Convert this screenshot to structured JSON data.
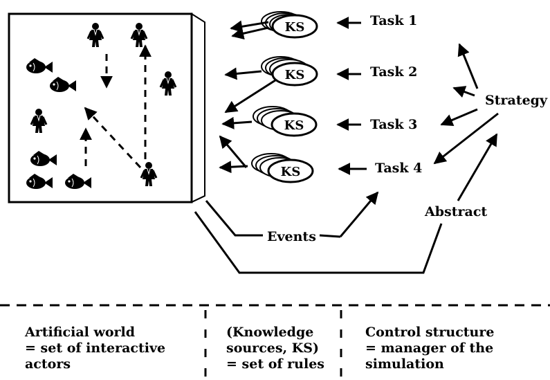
{
  "tasks": [
    "Task 1",
    "Task 2",
    "Task 3",
    "Task 4"
  ],
  "ks_label": "KS",
  "strategy_label": "Strategy",
  "abstract_label": "Abstract",
  "events_label": "Events",
  "captions": [
    [
      "Artificial world",
      "= set of interactive",
      "actors"
    ],
    [
      "(Knowledge",
      "sources, KS)",
      "= set of rules"
    ],
    [
      "Control structure",
      "= manager of the",
      "simulation"
    ]
  ]
}
